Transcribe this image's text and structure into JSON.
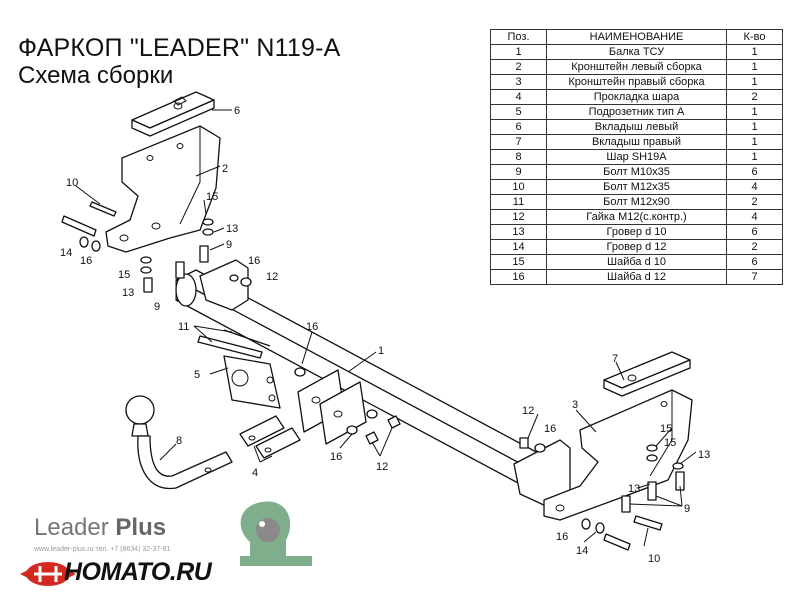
{
  "header": {
    "title": "ФАРКОП \"LEADER\" N119-A",
    "subtitle": "Схема сборки"
  },
  "table": {
    "headers": [
      "Поз.",
      "НАИМЕНОВАНИЕ",
      "К-во"
    ],
    "rows": [
      [
        "1",
        "Балка ТСУ",
        "1"
      ],
      [
        "2",
        "Кронштейн левый сборка",
        "1"
      ],
      [
        "3",
        "Кронштейн правый сборка",
        "1"
      ],
      [
        "4",
        "Прокладка шара",
        "2"
      ],
      [
        "5",
        "Подрозетник тип А",
        "1"
      ],
      [
        "6",
        "Вкладыш левый",
        "1"
      ],
      [
        "7",
        "Вкладыш правый",
        "1"
      ],
      [
        "8",
        "Шар SH19A",
        "1"
      ],
      [
        "9",
        "Болт М10х35",
        "6"
      ],
      [
        "10",
        "Болт М12х35",
        "4"
      ],
      [
        "11",
        "Болт М12х90",
        "2"
      ],
      [
        "12",
        "Гайка М12(с.контр.)",
        "4"
      ],
      [
        "13",
        "Гровер d 10",
        "6"
      ],
      [
        "14",
        "Гровер d 12",
        "2"
      ],
      [
        "15",
        "Шайба d 10",
        "6"
      ],
      [
        "16",
        "Шайба d 12",
        "7"
      ]
    ]
  },
  "callouts": [
    "1",
    "2",
    "3",
    "4",
    "5",
    "6",
    "7",
    "8",
    "9",
    "9",
    "10",
    "10",
    "11",
    "12",
    "12",
    "12",
    "13",
    "13",
    "13",
    "13",
    "14",
    "14",
    "15",
    "15",
    "15",
    "16",
    "16",
    "16",
    "16",
    "16",
    "9",
    "15"
  ],
  "logos": {
    "leader": "Leader",
    "plus": "Plus",
    "contacts": "www.leader-plus.ru   тел. +7 (8634) 32-37-91",
    "homato": "HOMATO.RU"
  },
  "colors": {
    "logo_green": "#7fae8c",
    "logo_gray": "#8a8a8a",
    "homato_red": "#d4291f"
  }
}
